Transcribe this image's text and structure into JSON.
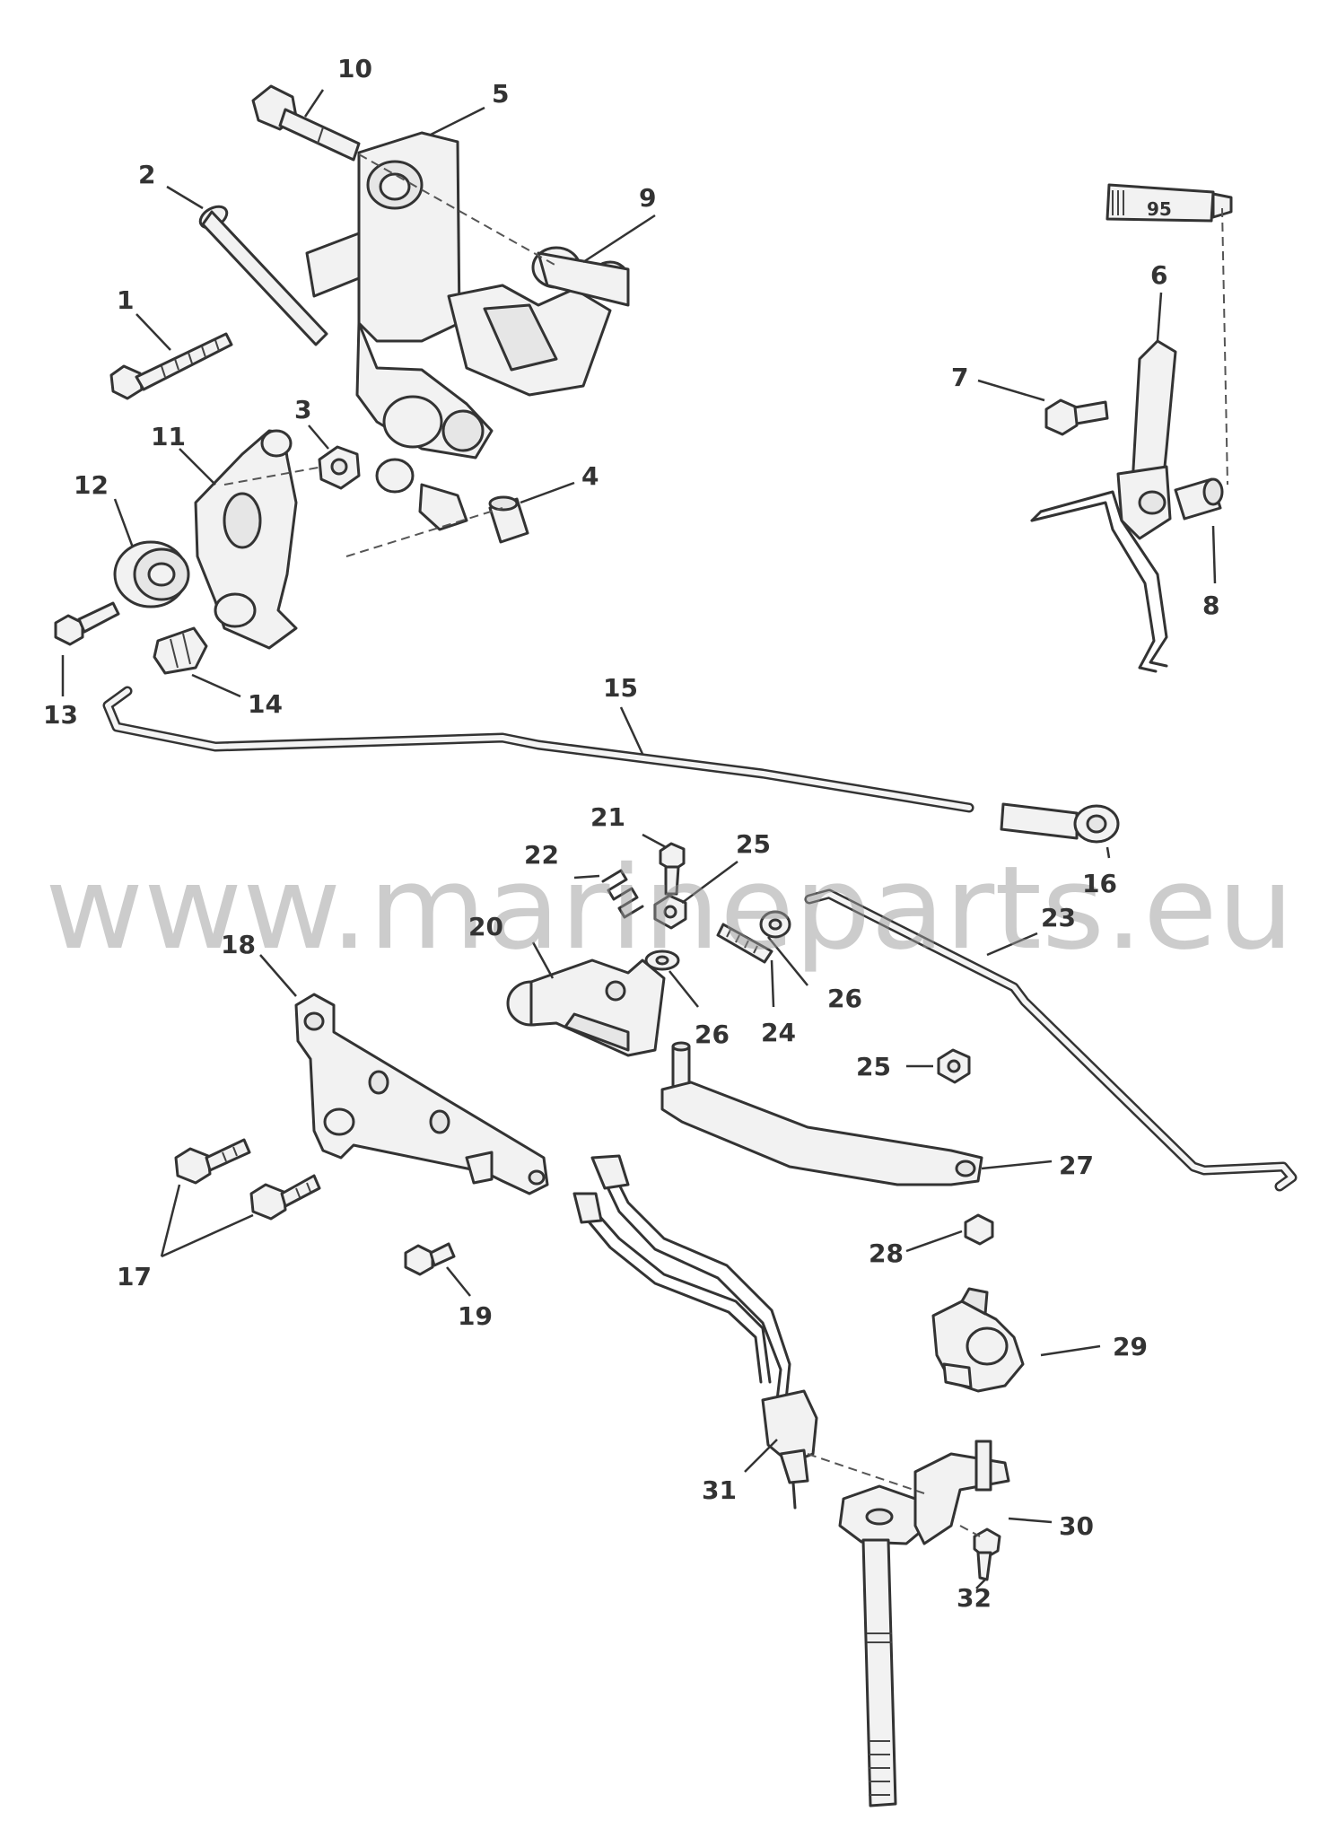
{
  "watermark": "www.marineparts.eu",
  "sealant_tube_label": "95",
  "callouts": [
    {
      "id": "c1",
      "label": "1"
    },
    {
      "id": "c2",
      "label": "2"
    },
    {
      "id": "c3",
      "label": "3"
    },
    {
      "id": "c4",
      "label": "4"
    },
    {
      "id": "c5",
      "label": "5"
    },
    {
      "id": "c6",
      "label": "6"
    },
    {
      "id": "c7",
      "label": "7"
    },
    {
      "id": "c8",
      "label": "8"
    },
    {
      "id": "c9",
      "label": "9"
    },
    {
      "id": "c10",
      "label": "10"
    },
    {
      "id": "c11",
      "label": "11"
    },
    {
      "id": "c12",
      "label": "12"
    },
    {
      "id": "c13",
      "label": "13"
    },
    {
      "id": "c14",
      "label": "14"
    },
    {
      "id": "c15",
      "label": "15"
    },
    {
      "id": "c16",
      "label": "16"
    },
    {
      "id": "c17",
      "label": "17"
    },
    {
      "id": "c18",
      "label": "18"
    },
    {
      "id": "c19",
      "label": "19"
    },
    {
      "id": "c20",
      "label": "20"
    },
    {
      "id": "c21",
      "label": "21"
    },
    {
      "id": "c22",
      "label": "22"
    },
    {
      "id": "c23",
      "label": "23"
    },
    {
      "id": "c24",
      "label": "24"
    },
    {
      "id": "c25a",
      "label": "25"
    },
    {
      "id": "c25b",
      "label": "25"
    },
    {
      "id": "c26a",
      "label": "26"
    },
    {
      "id": "c26b",
      "label": "26"
    },
    {
      "id": "c27",
      "label": "27"
    },
    {
      "id": "c28",
      "label": "28"
    },
    {
      "id": "c29",
      "label": "29"
    },
    {
      "id": "c30",
      "label": "30"
    },
    {
      "id": "c31",
      "label": "31"
    },
    {
      "id": "c32",
      "label": "32"
    }
  ]
}
